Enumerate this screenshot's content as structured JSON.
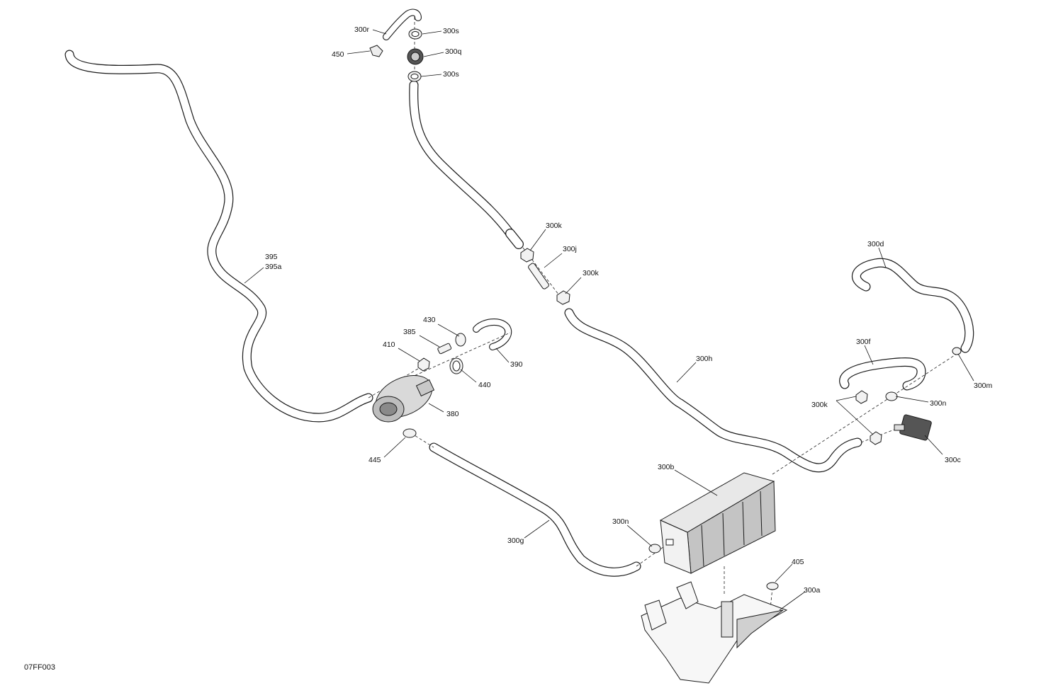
{
  "diagram": {
    "code": "07FF003",
    "callouts": [
      {
        "id": "300r",
        "text": "300r"
      },
      {
        "id": "300s-top",
        "text": "300s"
      },
      {
        "id": "450",
        "text": "450"
      },
      {
        "id": "300q",
        "text": "300q"
      },
      {
        "id": "300s-bottom",
        "text": "300s"
      },
      {
        "id": "395",
        "text": "395"
      },
      {
        "id": "395a",
        "text": "395a"
      },
      {
        "id": "300k-upper",
        "text": "300k"
      },
      {
        "id": "300j",
        "text": "300j"
      },
      {
        "id": "300k-middle",
        "text": "300k"
      },
      {
        "id": "300d",
        "text": "300d"
      },
      {
        "id": "430",
        "text": "430"
      },
      {
        "id": "385",
        "text": "385"
      },
      {
        "id": "410",
        "text": "410"
      },
      {
        "id": "390",
        "text": "390"
      },
      {
        "id": "440",
        "text": "440"
      },
      {
        "id": "380",
        "text": "380"
      },
      {
        "id": "445",
        "text": "445"
      },
      {
        "id": "300h",
        "text": "300h"
      },
      {
        "id": "300f",
        "text": "300f"
      },
      {
        "id": "300m",
        "text": "300m"
      },
      {
        "id": "300k-right",
        "text": "300k"
      },
      {
        "id": "300n-right",
        "text": "300n"
      },
      {
        "id": "300c",
        "text": "300c"
      },
      {
        "id": "300b",
        "text": "300b"
      },
      {
        "id": "300n-bottom",
        "text": "300n"
      },
      {
        "id": "300g",
        "text": "300g"
      },
      {
        "id": "405",
        "text": "405"
      },
      {
        "id": "300a",
        "text": "300a"
      }
    ]
  }
}
